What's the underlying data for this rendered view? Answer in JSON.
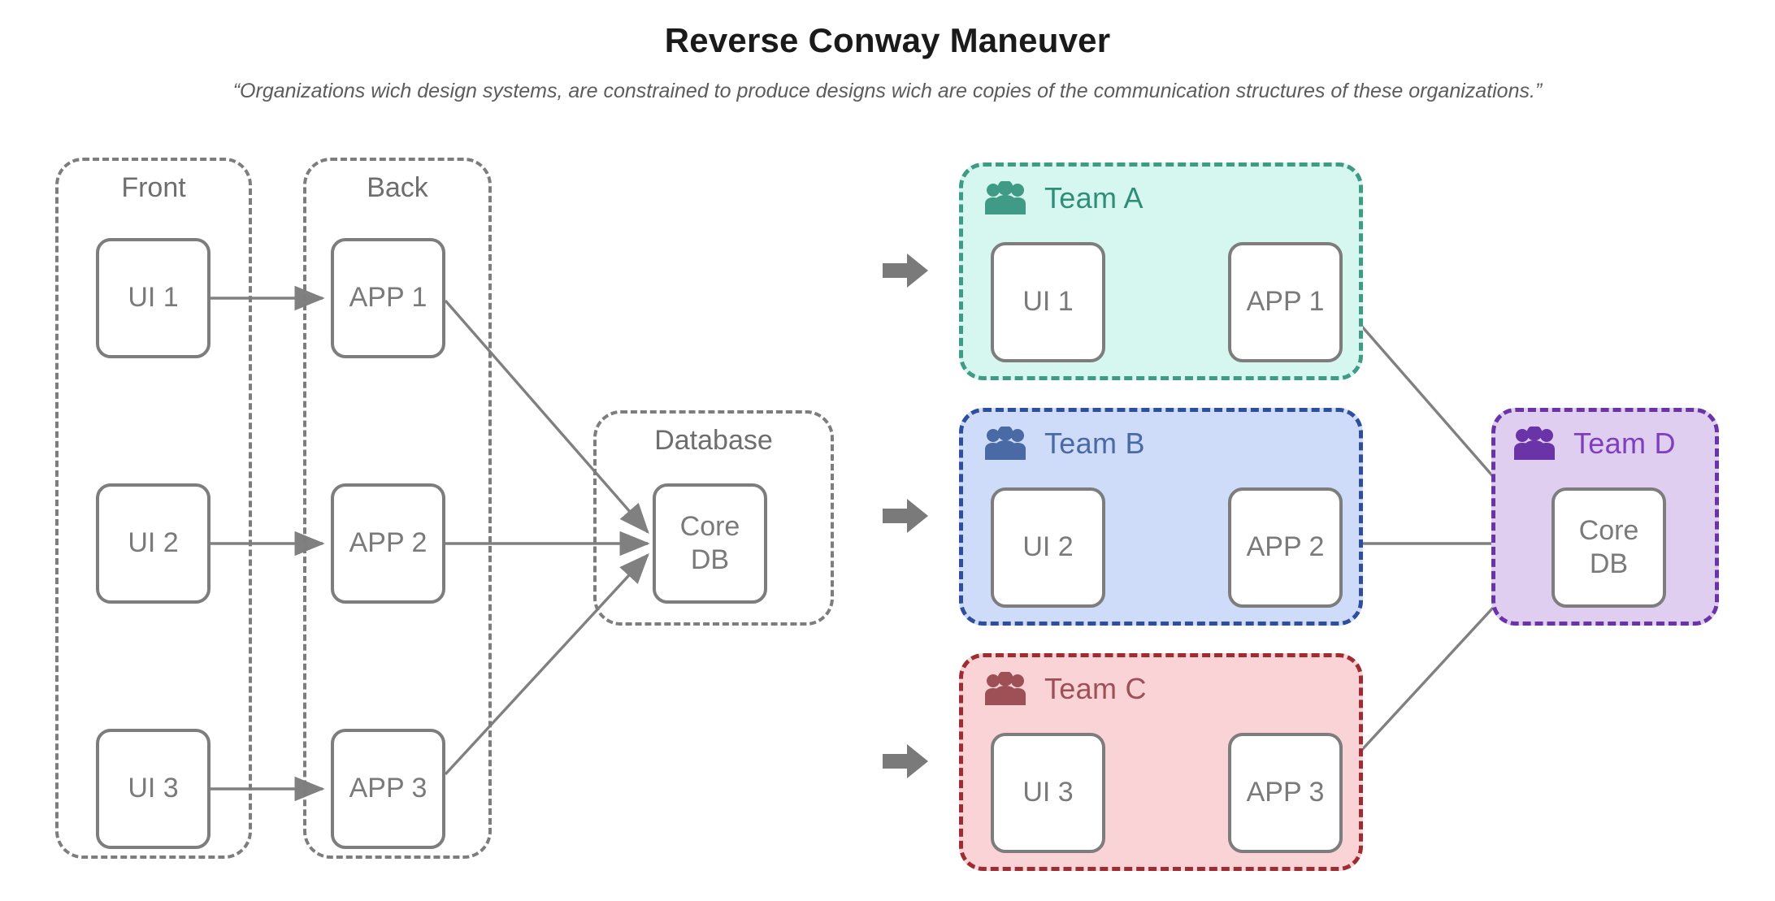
{
  "header": {
    "title": "Reverse Conway Maneuver",
    "subtitle": "“Organizations wich design systems, are constrained to produce designs wich are copies of the communication structures of these organizations.”"
  },
  "colors": {
    "node_border": "#7d7d7d",
    "node_text": "#7a7a7a",
    "group_border": "#7d7d7d",
    "group_label": "#6e6e6e",
    "edge": "#808080",
    "step_arrow": "#7a7a7a",
    "team_a_fill": "#d6f7ef",
    "team_a_stroke": "#3f9b86",
    "team_b_fill": "#cfdcf9",
    "team_b_stroke": "#2f4f9e",
    "team_c_fill": "#fad3d7",
    "team_c_stroke": "#9e2c33",
    "team_d_fill": "#e0cef0",
    "team_d_stroke": "#6a34a8"
  },
  "left_diagram": {
    "groups": [
      {
        "id": "front",
        "label": "Front"
      },
      {
        "id": "back",
        "label": "Back"
      },
      {
        "id": "database",
        "label": "Database"
      }
    ],
    "nodes": [
      {
        "id": "ui1",
        "label": "UI 1",
        "group": "front"
      },
      {
        "id": "ui2",
        "label": "UI 2",
        "group": "front"
      },
      {
        "id": "ui3",
        "label": "UI 3",
        "group": "front"
      },
      {
        "id": "app1",
        "label": "APP 1",
        "group": "back"
      },
      {
        "id": "app2",
        "label": "APP 2",
        "group": "back"
      },
      {
        "id": "app3",
        "label": "APP 3",
        "group": "back"
      },
      {
        "id": "coredb",
        "label_line1": "Core",
        "label_line2": "DB",
        "group": "database"
      }
    ],
    "edges": [
      {
        "from": "ui1",
        "to": "app1"
      },
      {
        "from": "ui2",
        "to": "app2"
      },
      {
        "from": "ui3",
        "to": "app3"
      },
      {
        "from": "app1",
        "to": "coredb"
      },
      {
        "from": "app2",
        "to": "coredb"
      },
      {
        "from": "app3",
        "to": "coredb"
      }
    ]
  },
  "transition_arrows": [
    {
      "id": "to-team-a",
      "icon": "right-block-arrow-icon"
    },
    {
      "id": "to-team-b",
      "icon": "right-block-arrow-icon"
    },
    {
      "id": "to-team-c",
      "icon": "right-block-arrow-icon"
    }
  ],
  "right_diagram": {
    "teams": [
      {
        "id": "team-a",
        "name": "Team A",
        "icon": "users-icon",
        "nodes": [
          {
            "id": "a-ui1",
            "label": "UI 1"
          },
          {
            "id": "a-app1",
            "label": "APP 1"
          }
        ]
      },
      {
        "id": "team-b",
        "name": "Team B",
        "icon": "users-icon",
        "nodes": [
          {
            "id": "b-ui2",
            "label": "UI 2"
          },
          {
            "id": "b-app2",
            "label": "APP 2"
          }
        ]
      },
      {
        "id": "team-c",
        "name": "Team C",
        "icon": "users-icon",
        "nodes": [
          {
            "id": "c-ui3",
            "label": "UI 3"
          },
          {
            "id": "c-app3",
            "label": "APP 3"
          }
        ]
      },
      {
        "id": "team-d",
        "name": "Team D",
        "icon": "users-icon",
        "nodes": [
          {
            "id": "d-coredb",
            "label_line1": "Core",
            "label_line2": "DB"
          }
        ]
      }
    ],
    "edges": [
      {
        "from": "a-ui1",
        "to": "a-app1"
      },
      {
        "from": "b-ui2",
        "to": "b-app2"
      },
      {
        "from": "c-ui3",
        "to": "c-app3"
      },
      {
        "from": "a-app1",
        "to": "d-coredb"
      },
      {
        "from": "b-app2",
        "to": "d-coredb"
      },
      {
        "from": "c-app3",
        "to": "d-coredb"
      }
    ]
  }
}
